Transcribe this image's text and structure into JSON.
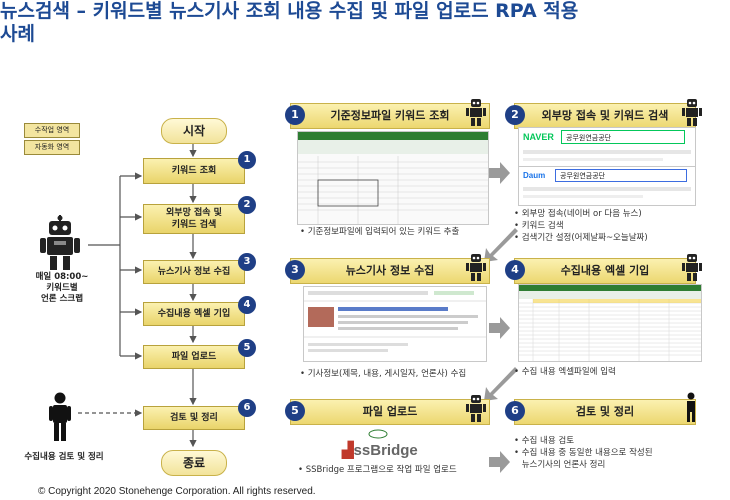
{
  "title": {
    "line1": "뉴스검색 – 키워드별 뉴스기사 조회 내용 수집 및 파일 업로드 RPA 적용",
    "line2": "사례"
  },
  "legend": {
    "manual": "수작업 영역",
    "auto": "자동화 영역"
  },
  "flow": {
    "start": "시작",
    "end": "종료",
    "steps": [
      {
        "num": "1",
        "label": "키워드 조회"
      },
      {
        "num": "2",
        "label": "외부망 접속 및\n키워드 검색"
      },
      {
        "num": "3",
        "label": "뉴스기사 정보 수집"
      },
      {
        "num": "4",
        "label": "수집내용 엑셀 기입"
      },
      {
        "num": "5",
        "label": "파일 업로드"
      },
      {
        "num": "6",
        "label": "검토 및 정리"
      }
    ]
  },
  "robot_caption": "매일 08:00~\n키워드별\n언론 스크랩",
  "person_caption": "수집내용 검토 및 정리",
  "panels": [
    {
      "num": "1",
      "header": "기준정보파일 키워드 조회",
      "notes": [
        "기준정보파일에 입력되어 있는 키워드 추출"
      ]
    },
    {
      "num": "2",
      "header": "외부망 접속 및 키워드 검색",
      "notes": [
        "외부망 접속(네이버 or 다음 뉴스)",
        "키워드 검색",
        "검색기간 설정(어제날짜~오늘날짜)"
      ]
    },
    {
      "num": "3",
      "header": "뉴스기사 정보 수집",
      "notes": [
        "기사정보(제목, 내용, 게시일자, 언론사) 수집"
      ]
    },
    {
      "num": "4",
      "header": "수집내용 엑셀 기입",
      "notes": [
        "수집 내용 엑셀파일에 입력"
      ]
    },
    {
      "num": "5",
      "header": "파일 업로드",
      "notes": [
        "SSBridge 프로그램으로 작업 파일 업로드"
      ]
    },
    {
      "num": "6",
      "header": "검토 및 정리",
      "notes": [
        "수집 내용 검토",
        "수집 내용 중 동일한 내용으로 작성된\n뉴스기사의 언론사 정리"
      ]
    }
  ],
  "naver": {
    "brand": "NAVER",
    "query": "공무원연금공단"
  },
  "daum": {
    "brand": "Daum",
    "query": "공무원연금공단"
  },
  "ssbridge": {
    "brand": "ssBridge"
  },
  "copyright": "© Copyright 2020 Stonehenge Corporation. All rights reserved."
}
